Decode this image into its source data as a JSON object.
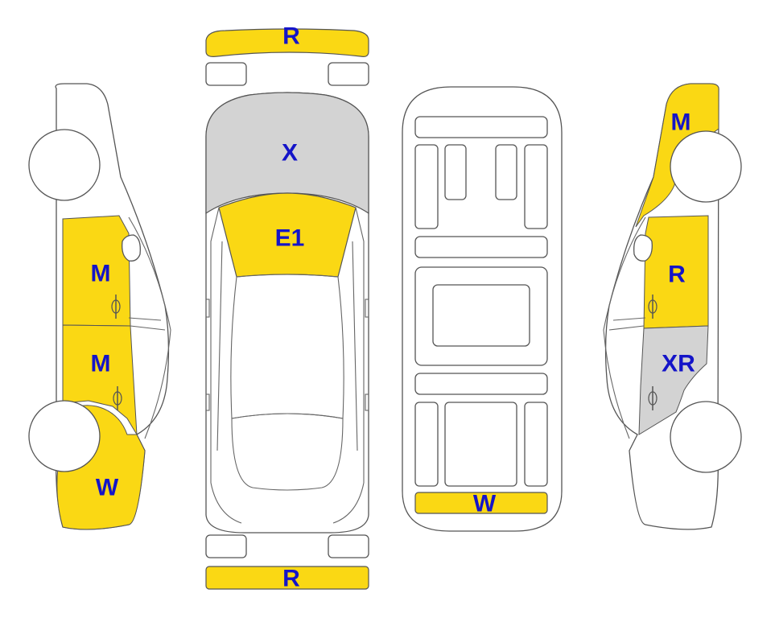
{
  "colors": {
    "damage_yellow": "#fad814",
    "damage_grey": "#d3d3d3",
    "label_blue": "#1414c8"
  },
  "labels": {
    "front_bumper": "R",
    "hood": "X",
    "windshield": "E1",
    "rear_bumper": "R",
    "rear_panel": "W",
    "left_front_door": "M",
    "left_rear_door": "M",
    "left_rear_quarter": "W",
    "right_front_fender": "M",
    "right_front_door": "R",
    "right_rear_door": "XR"
  }
}
